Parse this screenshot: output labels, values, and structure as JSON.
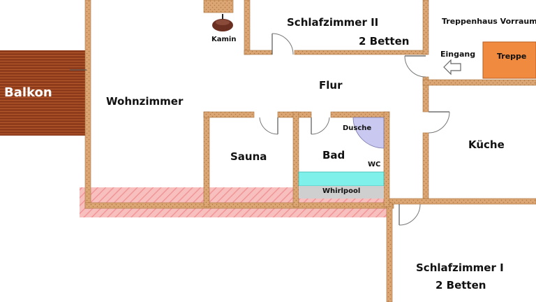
{
  "rooms": {
    "balkon": "Balkon",
    "wohnzimmer": "Wohnzimmer",
    "kamin": "Kamin",
    "schlafzimmer2": "Schlafzimmer II",
    "schlafzimmer2_beds": "2 Betten",
    "treppenhaus": "Treppenhaus Vorraum",
    "eingang": "Eingang",
    "treppe": "Treppe",
    "flur": "Flur",
    "kueche": "Küche",
    "sauna": "Sauna",
    "bad": "Bad",
    "dusche": "Dusche",
    "wc": "WC",
    "whirlpool": "Whirlpool",
    "schlafzimmer1": "Schlafzimmer I",
    "schlafzimmer1_beds": "2 Betten"
  },
  "colors": {
    "wall": "#d9a066",
    "wall_edge": "#a8703a",
    "balcony": "#8e3b1c",
    "stairs": "#f08a3e",
    "whirlpool": "#7ff0ea",
    "shower": "#c8c8f0",
    "fireplace": "#6b2f22",
    "hatch": "#f4a0a0"
  }
}
